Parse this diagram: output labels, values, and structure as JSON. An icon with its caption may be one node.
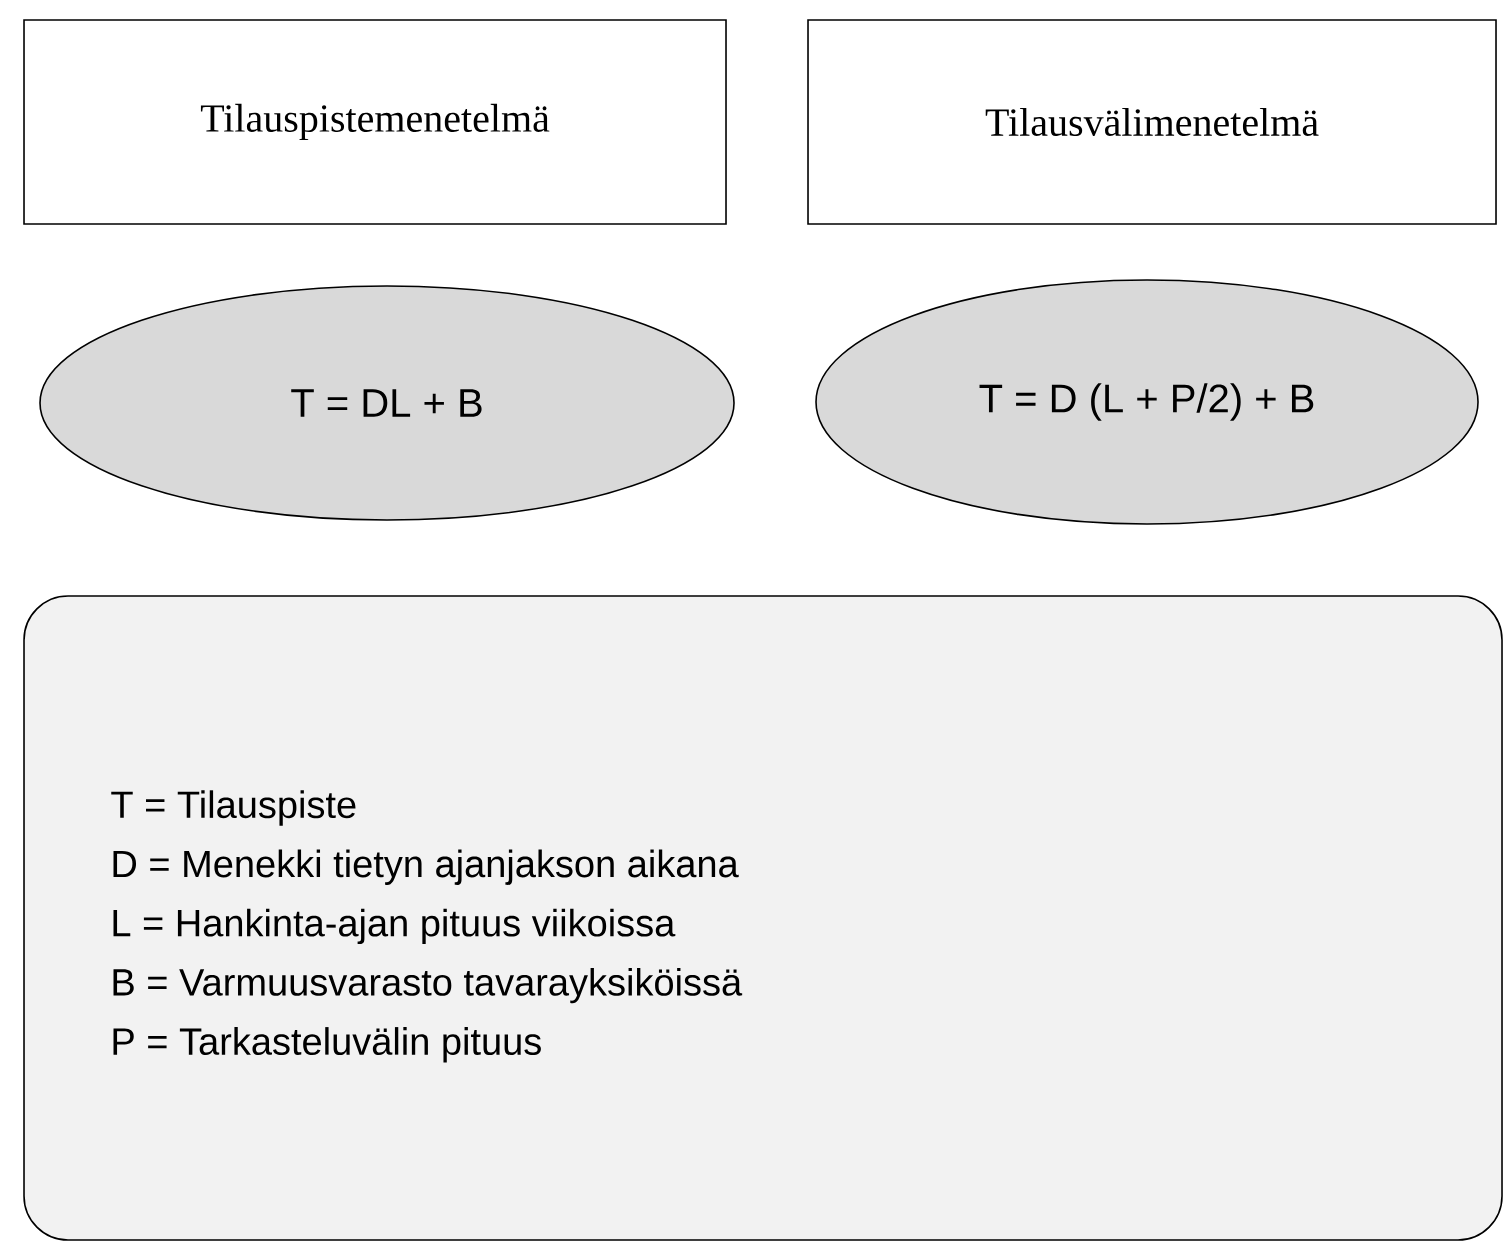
{
  "diagram": {
    "nodes": [
      {
        "text": [
          "Tilauspistemenetelmä"
        ]
      },
      {
        "text": [
          "Tilausvälimenetelmä"
        ]
      },
      {
        "text": [
          "T = DL + B"
        ]
      },
      {
        "text": [
          "T = D (L + P/2) + B"
        ]
      },
      {
        "text": [
          "T = Tilauspiste",
          "D = Menekki tietyn ajanjakson aikana",
          "L = Hankinta-ajan pituus viikoissa",
          "B = Varmuusvarasto tavarayksiköissä",
          "P = Tarkasteluvälin pituus"
        ]
      }
    ]
  }
}
